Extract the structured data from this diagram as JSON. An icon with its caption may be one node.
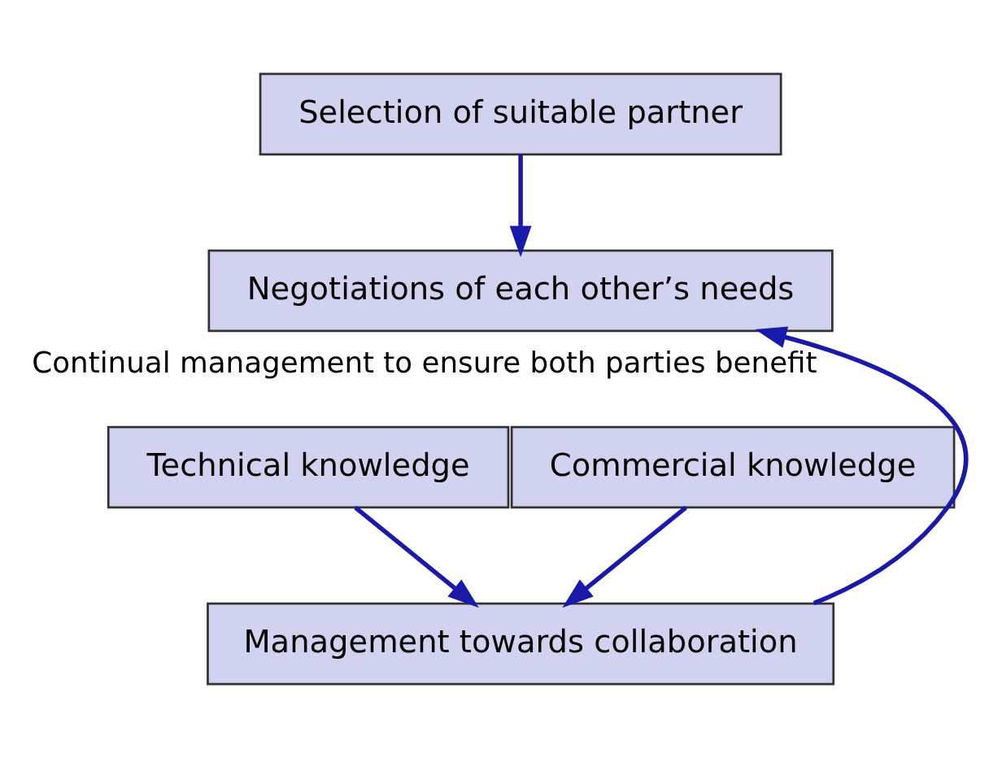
{
  "diagram": {
    "nodes": [
      {
        "text": [
          "Selection of suitable partner"
        ]
      },
      {
        "text": [
          "Negotiations of each other’s needs"
        ]
      },
      {
        "text": [
          "Technical knowledge"
        ]
      },
      {
        "text": [
          "Commercial knowledge"
        ]
      },
      {
        "text": [
          "Management towards collaboration"
        ]
      }
    ],
    "edges": [
      {
        "from": 0,
        "to": 1,
        "arrow": "to"
      },
      {
        "from": 2,
        "to": 4,
        "arrow": "to"
      },
      {
        "from": 3,
        "to": 4,
        "arrow": "to"
      },
      {
        "from": 4,
        "to": 1,
        "arrow": "to",
        "label": "Continual management to ensure both parties benefit"
      }
    ]
  }
}
